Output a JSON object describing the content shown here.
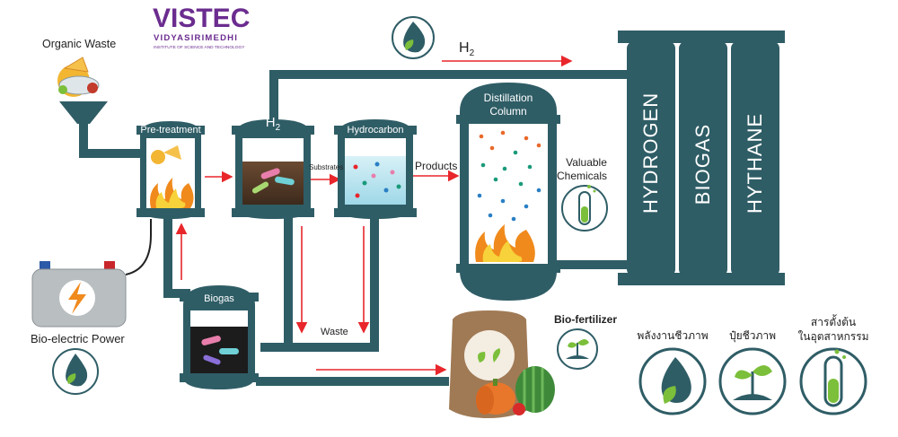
{
  "logo": {
    "name": "VISTEC",
    "line1": "VIDYASIRIMEDHI",
    "line2": "INSTITUTE OF SCIENCE AND TECHNOLOGY"
  },
  "inputs": {
    "organic_waste": "Organic Waste",
    "bio_power": "Bio-electric Power"
  },
  "vessels": {
    "pretreatment": "Pre-treatment",
    "h2_main": "H",
    "h2_sub": "2",
    "hydrocarbon": "Hydrocarbon",
    "distillation_l1": "Distillation",
    "distillation_l2": "Column",
    "biogas": "Biogas"
  },
  "flow_labels": {
    "substrates": "Substrates",
    "products": "Products",
    "waste": "Waste",
    "h2_top_main": "H",
    "h2_top_sub": "2",
    "valuable_l1": "Valuable",
    "valuable_l2": "Chemicals",
    "biofertilizer": "Bio-fertilizer"
  },
  "tanks": [
    "HYDROGEN",
    "BIOGAS",
    "HYTHANE"
  ],
  "bottom_icons": [
    {
      "label": "พลังงานชีวภาพ",
      "icon": "bio-energy-icon"
    },
    {
      "label": "ปุ๋ยชีวภาพ",
      "icon": "bio-fertilizer-icon"
    },
    {
      "label_l1": "สารตั้งต้น",
      "label_l2": "ในอุตสาหกรรม",
      "icon": "chemical-tube-icon"
    }
  ],
  "colors": {
    "pipe": "#2f5d66",
    "accent_red": "#e8262b",
    "logo_purple": "#6b2c8f",
    "leaf_green": "#7bbf3a",
    "icon_dark": "#2f5d66"
  }
}
